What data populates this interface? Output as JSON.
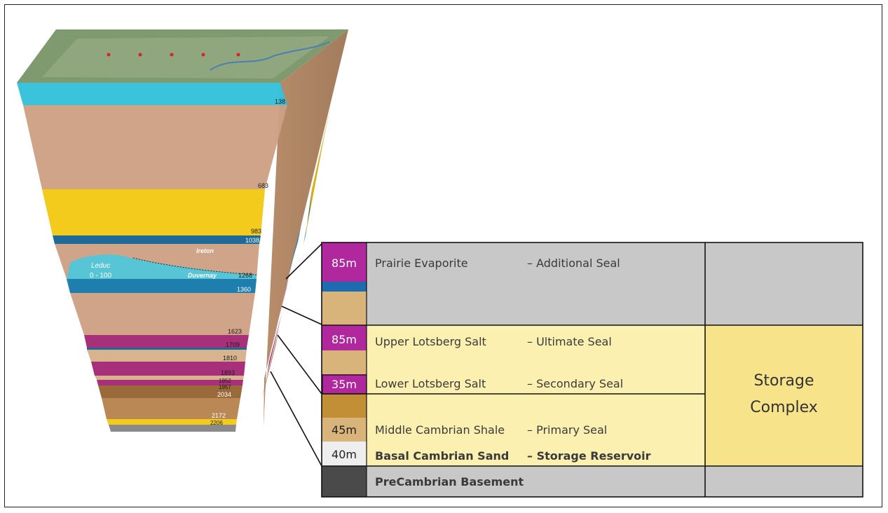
{
  "block_depths": [
    "138",
    "683",
    "983",
    "1038",
    "1268",
    "1360",
    "1623",
    "1709",
    "1810",
    "1893",
    "1952",
    "1957",
    "2034",
    "2172",
    "2206"
  ],
  "block_labels": {
    "ireton": "Ireton",
    "leduc": "Leduc",
    "leduc_range": "0 - 100",
    "duvernay": "Duvernay"
  },
  "column": {
    "prairie": {
      "thickness": "85m",
      "name": "Prairie Evaporite",
      "role": "– Additional Seal"
    },
    "upper_lotsberg": {
      "thickness": "85m",
      "name": "Upper Lotsberg Salt",
      "role": "– Ultimate Seal"
    },
    "lower_lotsberg": {
      "thickness": "35m",
      "name": "Lower Lotsberg Salt",
      "role": "– Secondary Seal"
    },
    "middle_cambrian": {
      "thickness": "45m",
      "name": "Middle Cambrian Shale",
      "role": "– Primary Seal"
    },
    "basal_cambrian": {
      "thickness": "40m",
      "name": "Basal Cambrian Sand",
      "role": "– Storage Reservoir"
    },
    "precambrian": {
      "name": "PreCambrian Basement"
    }
  },
  "storage_complex": {
    "line1": "Storage",
    "line2": "Complex"
  },
  "colors": {
    "salt": "#b0279e",
    "shale_tan": "#d8b47a",
    "shale_brown": "#c38f36",
    "blue_band": "#1f6bb0",
    "grey": "#c8c8c8",
    "yellow_light": "#fbf0b0",
    "yellow_dark": "#f7e38a",
    "basement": "#4a4a4a",
    "sand": "#eeeeee"
  }
}
